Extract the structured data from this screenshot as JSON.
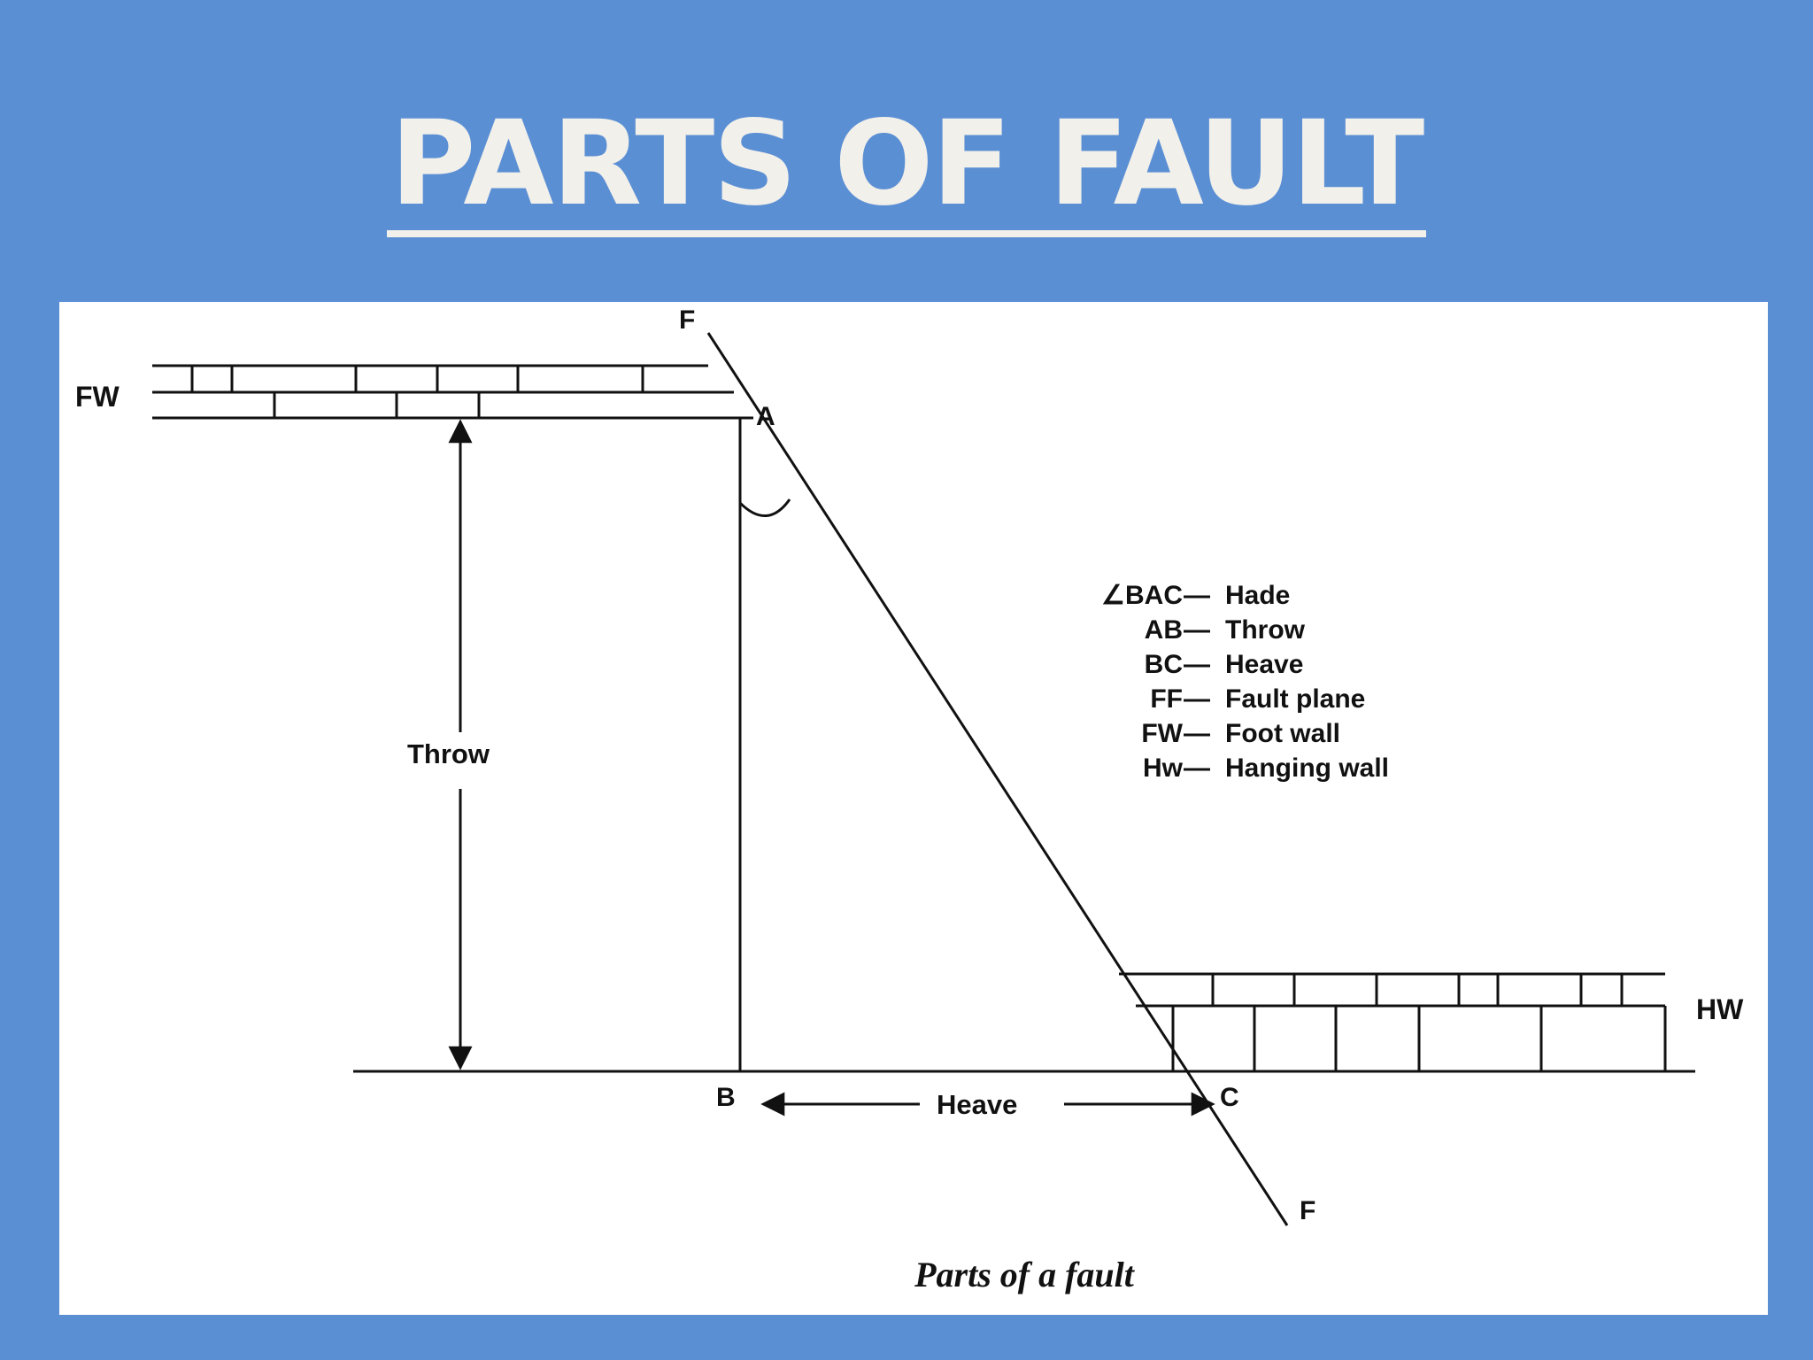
{
  "slide": {
    "title": "PARTS OF FAULT"
  },
  "diagram": {
    "points": {
      "fault_top": "F",
      "fault_bottom": "F",
      "a": "A",
      "b": "B",
      "c": "C"
    },
    "walls": {
      "foot_wall": "FW",
      "hanging_wall": "HW"
    },
    "measures": {
      "throw": "Throw",
      "heave": "Heave"
    },
    "legend": [
      {
        "key": "∠BAC",
        "value": "Hade"
      },
      {
        "key": "AB",
        "value": "Throw"
      },
      {
        "key": "BC",
        "value": "Heave"
      },
      {
        "key": "FF",
        "value": "Fault plane"
      },
      {
        "key": "FW",
        "value": "Foot wall"
      },
      {
        "key": "Hw",
        "value": "Hanging wall"
      }
    ],
    "caption": "Parts of a fault"
  }
}
